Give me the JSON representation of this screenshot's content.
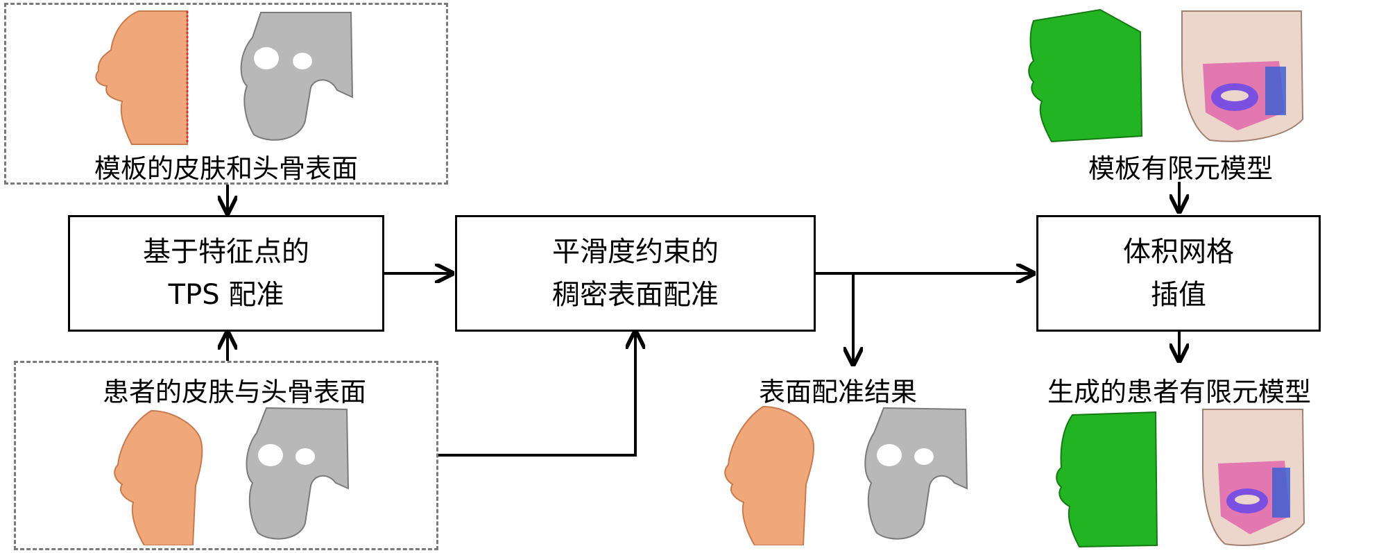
{
  "groups": {
    "template_surface": {
      "label": "模板的皮肤和头骨表面"
    },
    "patient_surface": {
      "label": "患者的皮肤与头骨表面"
    }
  },
  "boxes": {
    "tps": {
      "line1": "基于特征点的",
      "line2": "TPS 配准"
    },
    "dense": {
      "line1": "平滑度约束的",
      "line2": "稠密表面配准"
    },
    "volume": {
      "line1": "体积网格",
      "line2": "插值"
    }
  },
  "labels": {
    "surface_result": "表面配准结果",
    "template_fe": "模板有限元模型",
    "patient_fe": "生成的患者有限元模型"
  },
  "colors": {
    "skin": "#f0a77a",
    "bone": "#b8b8b8",
    "mesh_green": "#22b422",
    "muscle_purple": "#7b4fe0"
  }
}
